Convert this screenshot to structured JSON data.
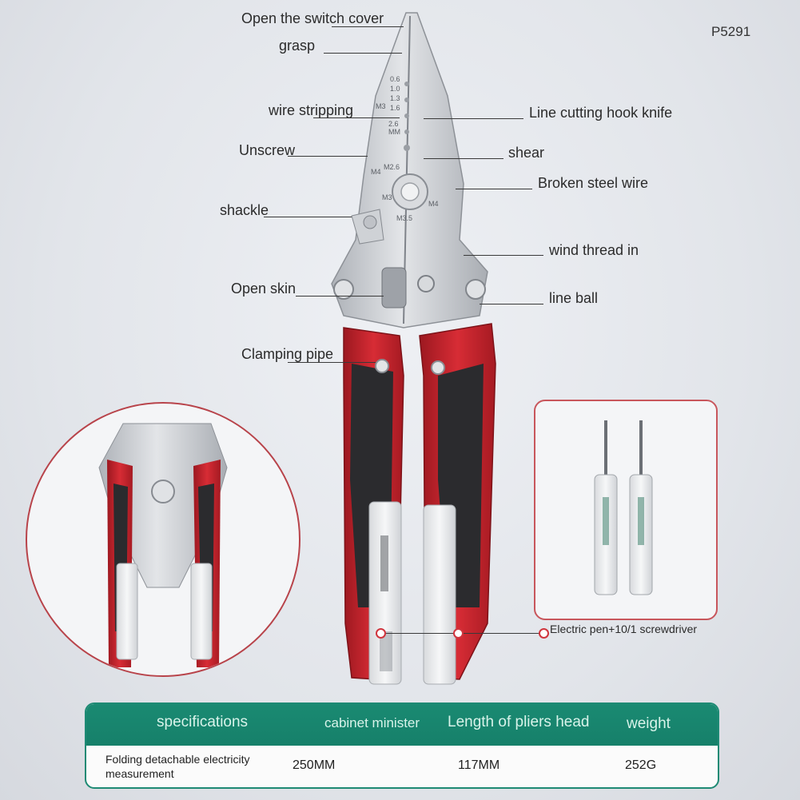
{
  "model_code": "P5291",
  "callouts": [
    {
      "id": "switch-cover",
      "text": "Open the switch cover"
    },
    {
      "id": "grasp",
      "text": "grasp"
    },
    {
      "id": "wire-stripping",
      "text": "wire stripping"
    },
    {
      "id": "unscrew",
      "text": "Unscrew"
    },
    {
      "id": "shackle",
      "text": "shackle"
    },
    {
      "id": "open-skin",
      "text": "Open skin"
    },
    {
      "id": "clamping-pipe",
      "text": "Clamping pipe"
    },
    {
      "id": "hook-knife",
      "text": "Line cutting hook knife"
    },
    {
      "id": "shear",
      "text": "shear"
    },
    {
      "id": "broken-steel-wire",
      "text": "Broken steel wire"
    },
    {
      "id": "wind-thread",
      "text": "wind thread in"
    },
    {
      "id": "line-ball",
      "text": "line ball"
    },
    {
      "id": "electric-pen",
      "text": "Electric pen+10/1 screwdriver"
    }
  ],
  "blade_markings": [
    "0.6",
    "1.0",
    "1.3",
    "1.6",
    "2.6",
    "M3",
    "M2.6",
    "M4",
    "M3",
    "M4",
    "M3.5",
    "MM"
  ],
  "specs": {
    "headers": [
      "specifications",
      "cabinet minister",
      "Length of pliers head",
      "weight"
    ],
    "row": [
      "Folding detachable electricity measurement",
      "250MM",
      "117MM",
      "252G"
    ]
  },
  "colors": {
    "accent_red": "#c8232c",
    "handle_black": "#2a2a2c",
    "steel": "#c9ccd1",
    "table_green": "#1a8a72"
  }
}
